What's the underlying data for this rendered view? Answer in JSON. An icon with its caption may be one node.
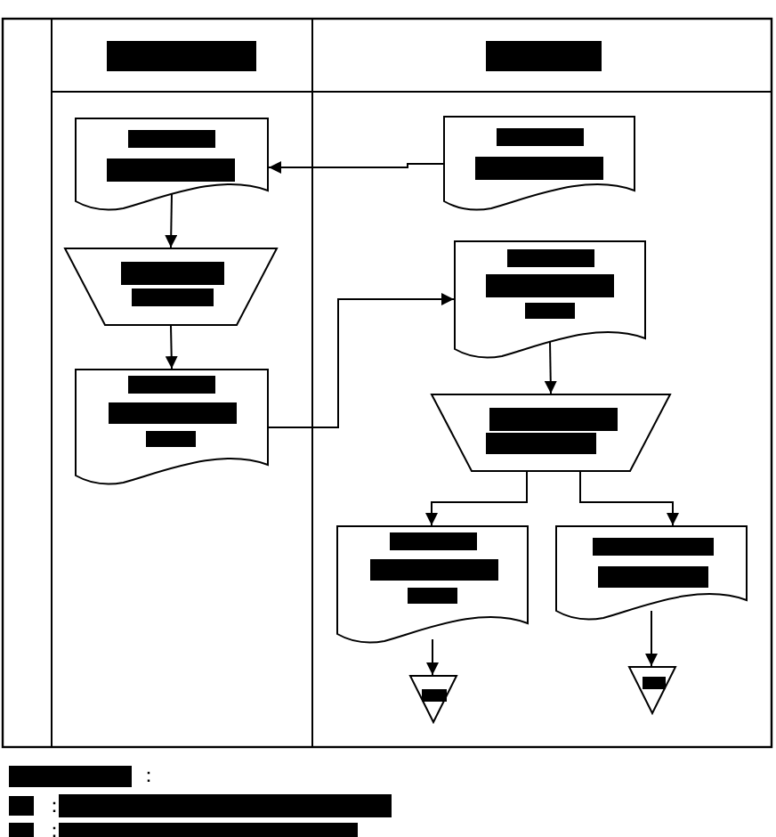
{
  "diagram": {
    "nodes": [
      {
        "text": [],
        "shape": "document"
      },
      {
        "text": [],
        "shape": "document"
      },
      {
        "text": [],
        "shape": "trapezoid"
      },
      {
        "text": [],
        "shape": "document"
      },
      {
        "text": [],
        "shape": "document"
      },
      {
        "text": [],
        "shape": "trapezoid"
      },
      {
        "text": [],
        "shape": "document"
      },
      {
        "text": [],
        "shape": "document"
      },
      {
        "text": [],
        "shape": "triangle"
      },
      {
        "text": [],
        "shape": "triangle"
      }
    ],
    "edges": [
      {
        "from": 1,
        "to": 0,
        "arrow": "to"
      },
      {
        "from": 0,
        "to": 2,
        "arrow": "to"
      },
      {
        "from": 2,
        "to": 3,
        "arrow": "to"
      },
      {
        "from": 3,
        "to": 4,
        "arrow": "to"
      },
      {
        "from": 4,
        "to": 5,
        "arrow": "to"
      },
      {
        "from": 5,
        "to": 6,
        "arrow": "to"
      },
      {
        "from": 5,
        "to": 7,
        "arrow": "to"
      },
      {
        "from": 6,
        "to": 8,
        "arrow": "to"
      },
      {
        "from": 7,
        "to": 9,
        "arrow": "to"
      }
    ],
    "labels": [
      "：",
      "：",
      "："
    ]
  }
}
